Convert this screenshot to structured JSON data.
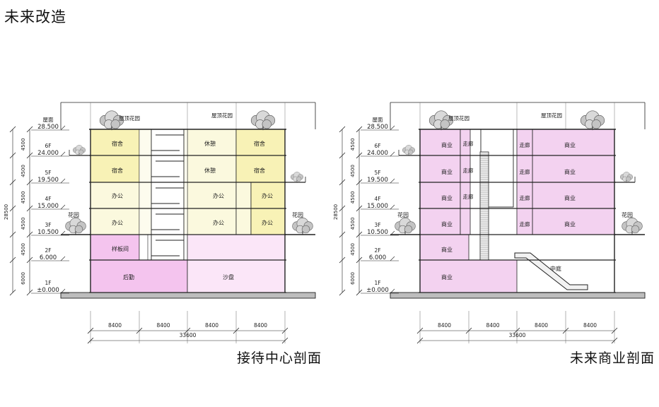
{
  "page": {
    "title": "未来改造"
  },
  "levels": [
    {
      "floor": "屋面",
      "elev": "28.500"
    },
    {
      "floor": "6F",
      "elev": "24.000",
      "height": "4500"
    },
    {
      "floor": "5F",
      "elev": "19.500",
      "height": "4500"
    },
    {
      "floor": "4F",
      "elev": "15.000",
      "height": "4500"
    },
    {
      "floor": "3F",
      "elev": "10.500",
      "height": "4500"
    },
    {
      "floor": "2F",
      "elev": "6.000",
      "height": "4500"
    },
    {
      "floor": "1F",
      "elev": "±0.000",
      "height": "6000"
    }
  ],
  "total_height": "28500",
  "bay_dims": [
    "8400",
    "8400",
    "8400",
    "8400"
  ],
  "total_width": "33600",
  "colors": {
    "dorm": "#f8f2b6",
    "office": "#fbf9de",
    "support": "#f4c4ee",
    "sandtable": "#fbe6f8",
    "commerce": "#f3d2f0",
    "line": "#222222"
  },
  "left_section": {
    "caption": "接待中心剖面",
    "labels": {
      "roof_garden_a": "屋顶花园",
      "roof_garden_b": "屋顶花园",
      "garden": "花园",
      "garden_right": "花园",
      "dorm": "宿舍",
      "rest": "休憩",
      "office": "办公",
      "sample": "样板间",
      "logistics": "后勤",
      "sandtable": "沙盘"
    }
  },
  "right_section": {
    "caption": "未来商业剖面",
    "labels": {
      "roof_garden_a": "屋顶花园",
      "roof_garden_b": "屋顶花园",
      "garden": "花园",
      "garden_right": "花园",
      "commerce": "商业",
      "corridor": "走廊",
      "atrium": "中庭"
    }
  }
}
